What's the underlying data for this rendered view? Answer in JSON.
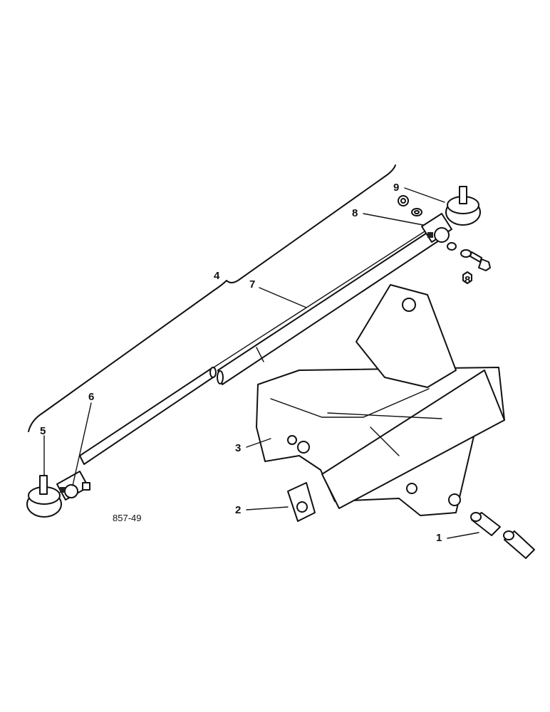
{
  "callouts": [
    {
      "id": "1",
      "label": "1"
    },
    {
      "id": "2",
      "label": "2"
    },
    {
      "id": "3",
      "label": "3"
    },
    {
      "id": "4",
      "label": "4"
    },
    {
      "id": "5",
      "label": "5"
    },
    {
      "id": "6",
      "label": "6"
    },
    {
      "id": "7",
      "label": "7"
    },
    {
      "id": "8a",
      "label": "8"
    },
    {
      "id": "8b",
      "label": "8"
    },
    {
      "id": "9",
      "label": "9"
    }
  ],
  "drawing_code": "857-49"
}
